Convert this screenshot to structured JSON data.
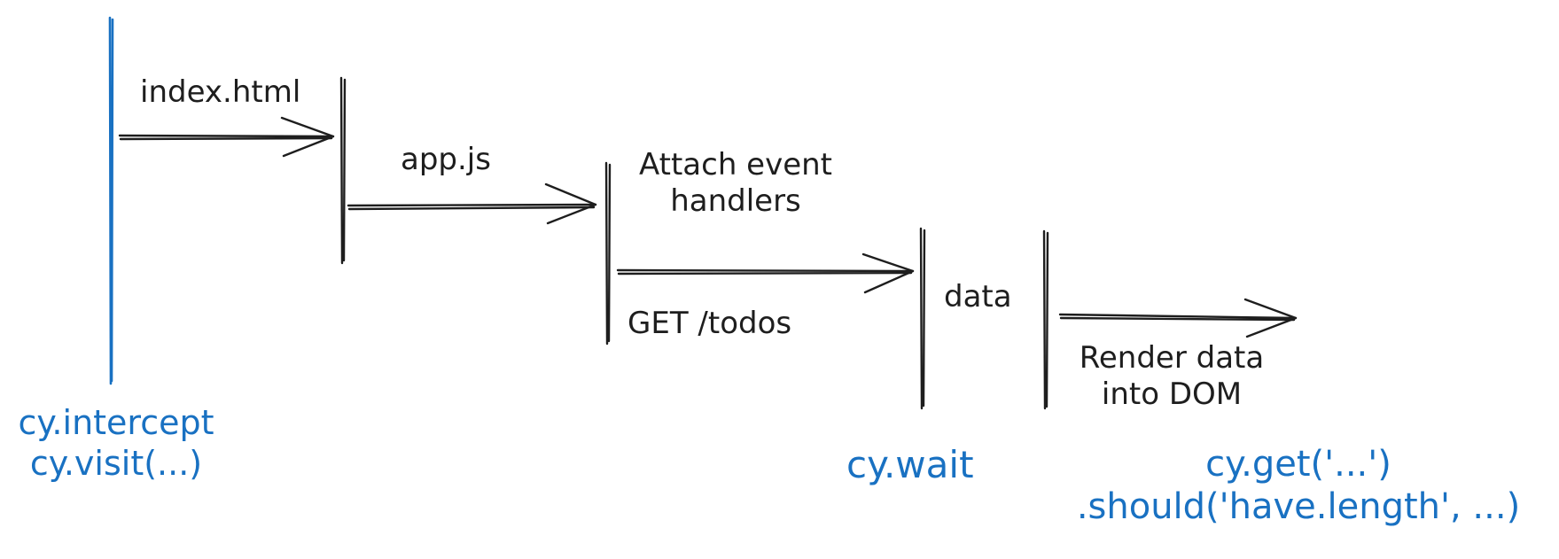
{
  "steps": {
    "index_html": "index.html",
    "app_js": "app.js",
    "attach_line1": "Attach event",
    "attach_line2": "handlers",
    "get_todos": "GET /todos",
    "data": "data",
    "render_line1": "Render data",
    "render_line2": "into DOM"
  },
  "commands": {
    "intercept": "cy.intercept",
    "visit": "cy.visit(...)",
    "wait": "cy.wait",
    "get": "cy.get('...')",
    "should": ".should('have.length', ...)"
  },
  "colors": {
    "ink": "#1e1e1e",
    "command_blue": "#1971c2",
    "background": "#ffffff"
  }
}
